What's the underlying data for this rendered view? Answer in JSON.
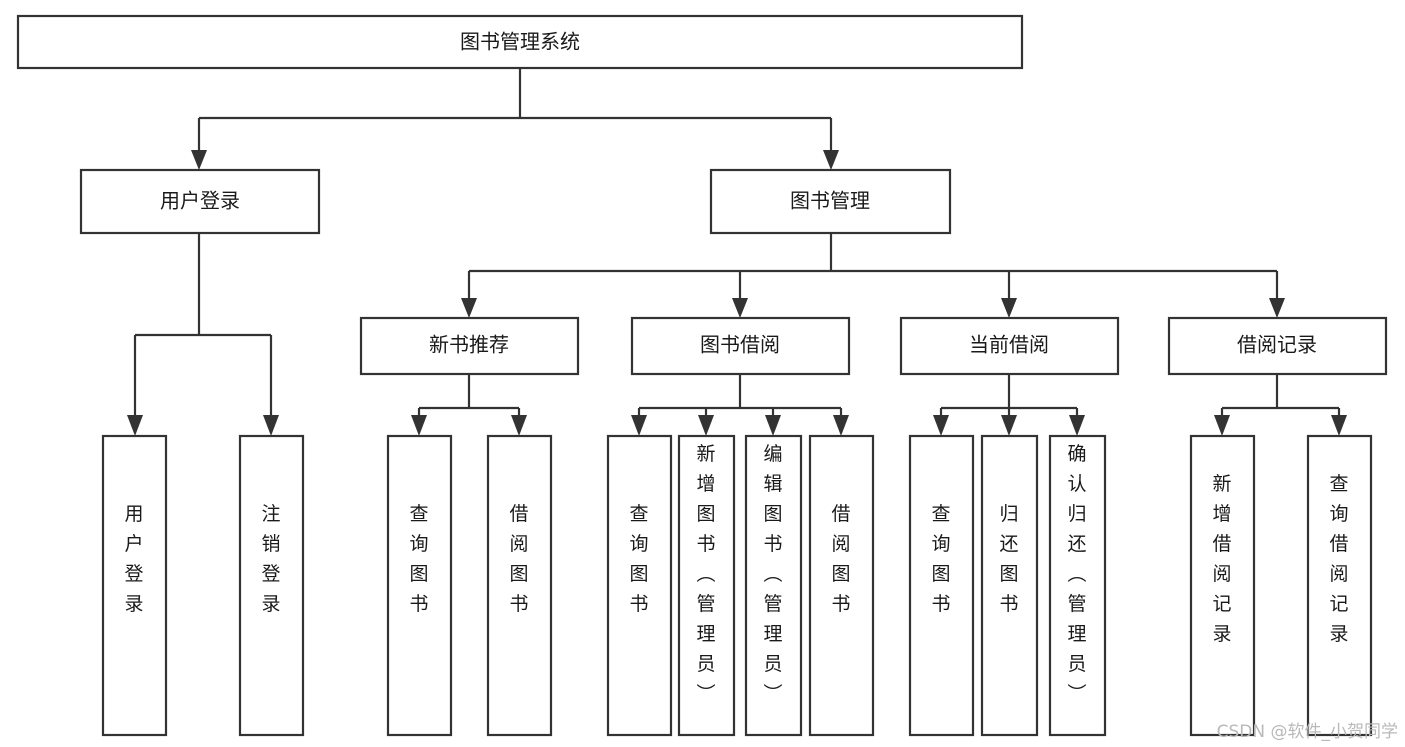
{
  "diagram": {
    "title": "图书管理系统",
    "type": "hierarchy-tree",
    "watermark": "CSDN @软件_小贺同学",
    "colors": {
      "background": "#ffffff",
      "box_fill": "#ffffff",
      "box_stroke": "#333333",
      "text": "#1a1a1a",
      "watermark": "#b9b9b9"
    },
    "levels": [
      {
        "level": 1,
        "nodes": [
          {
            "id": "root",
            "label": "图书管理系统",
            "orientation": "horizontal"
          }
        ]
      },
      {
        "level": 2,
        "nodes": [
          {
            "id": "user-login",
            "label": "用户登录",
            "orientation": "horizontal",
            "parent": "root"
          },
          {
            "id": "book-manage",
            "label": "图书管理",
            "orientation": "horizontal",
            "parent": "root"
          }
        ]
      },
      {
        "level": 3,
        "nodes": [
          {
            "id": "new-book-rec",
            "label": "新书推荐",
            "orientation": "horizontal",
            "parent": "book-manage"
          },
          {
            "id": "book-borrow",
            "label": "图书借阅",
            "orientation": "horizontal",
            "parent": "book-manage"
          },
          {
            "id": "current-borrow",
            "label": "当前借阅",
            "orientation": "horizontal",
            "parent": "book-manage"
          },
          {
            "id": "borrow-record",
            "label": "借阅记录",
            "orientation": "horizontal",
            "parent": "book-manage"
          }
        ]
      },
      {
        "level": 4,
        "nodes": [
          {
            "id": "leaf-1",
            "label": "用户登录",
            "orientation": "vertical",
            "parent": "user-login"
          },
          {
            "id": "leaf-2",
            "label": "注销登录",
            "orientation": "vertical",
            "parent": "user-login"
          },
          {
            "id": "leaf-3",
            "label": "查询图书",
            "orientation": "vertical",
            "parent": "new-book-rec"
          },
          {
            "id": "leaf-4",
            "label": "借阅图书",
            "orientation": "vertical",
            "parent": "new-book-rec"
          },
          {
            "id": "leaf-5",
            "label": "查询图书",
            "orientation": "vertical",
            "parent": "book-borrow"
          },
          {
            "id": "leaf-6",
            "label": "新增图书（管理员）",
            "orientation": "vertical",
            "parent": "book-borrow"
          },
          {
            "id": "leaf-7",
            "label": "编辑图书（管理员）",
            "orientation": "vertical",
            "parent": "book-borrow"
          },
          {
            "id": "leaf-8",
            "label": "借阅图书",
            "orientation": "vertical",
            "parent": "book-borrow"
          },
          {
            "id": "leaf-9",
            "label": "查询图书",
            "orientation": "vertical",
            "parent": "current-borrow"
          },
          {
            "id": "leaf-10",
            "label": "归还图书",
            "orientation": "vertical",
            "parent": "current-borrow"
          },
          {
            "id": "leaf-11",
            "label": "确认归还（管理员）",
            "orientation": "vertical",
            "parent": "current-borrow"
          },
          {
            "id": "leaf-12",
            "label": "新增借阅记录",
            "orientation": "vertical",
            "parent": "borrow-record"
          },
          {
            "id": "leaf-13",
            "label": "查询借阅记录",
            "orientation": "vertical",
            "parent": "borrow-record"
          }
        ]
      }
    ]
  }
}
